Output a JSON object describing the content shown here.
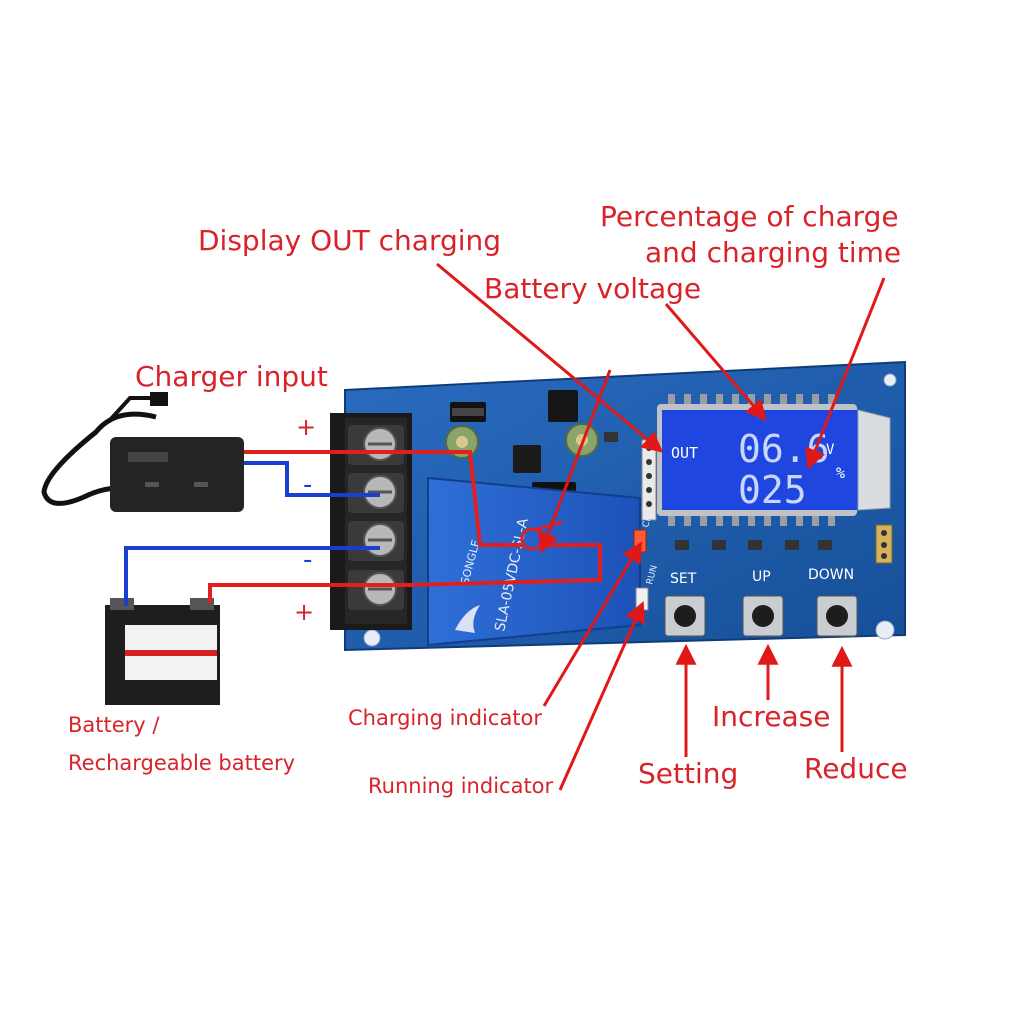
{
  "annotations": {
    "display_out": "Display OUT charging",
    "percentage_line1": "Percentage of charge",
    "percentage_line2": "and charging time",
    "battery_voltage": "Battery voltage",
    "charger_input": "Charger input",
    "battery_line1": "Battery /",
    "battery_line2": "Rechargeable battery",
    "charging_indicator": "Charging indicator",
    "running_indicator": "Running indicator",
    "increase": "Increase",
    "setting": "Setting",
    "reduce": "Reduce"
  },
  "terminals": {
    "top_plus": "+",
    "minus_1": "-",
    "minus_2": "-",
    "bottom_plus": "+"
  },
  "lcd": {
    "out": "OUT",
    "voltage": "06.6",
    "voltage_unit": "V",
    "percent": "025",
    "percent_unit": "%"
  },
  "board": {
    "ch_label": "CH",
    "run_label": "RUN",
    "set_label": "SET",
    "up_label": "UP",
    "down_label": "DOWN",
    "relay_brand": "SONGLE",
    "relay_model": "SLA-05VDC-SL-A"
  },
  "colors": {
    "annotation_red": "#d8232a",
    "pcb_blue": "#1a5aa8",
    "lcd_blue": "#2046e0",
    "wire_red": "#e02020",
    "wire_blue": "#1a3fd0"
  }
}
